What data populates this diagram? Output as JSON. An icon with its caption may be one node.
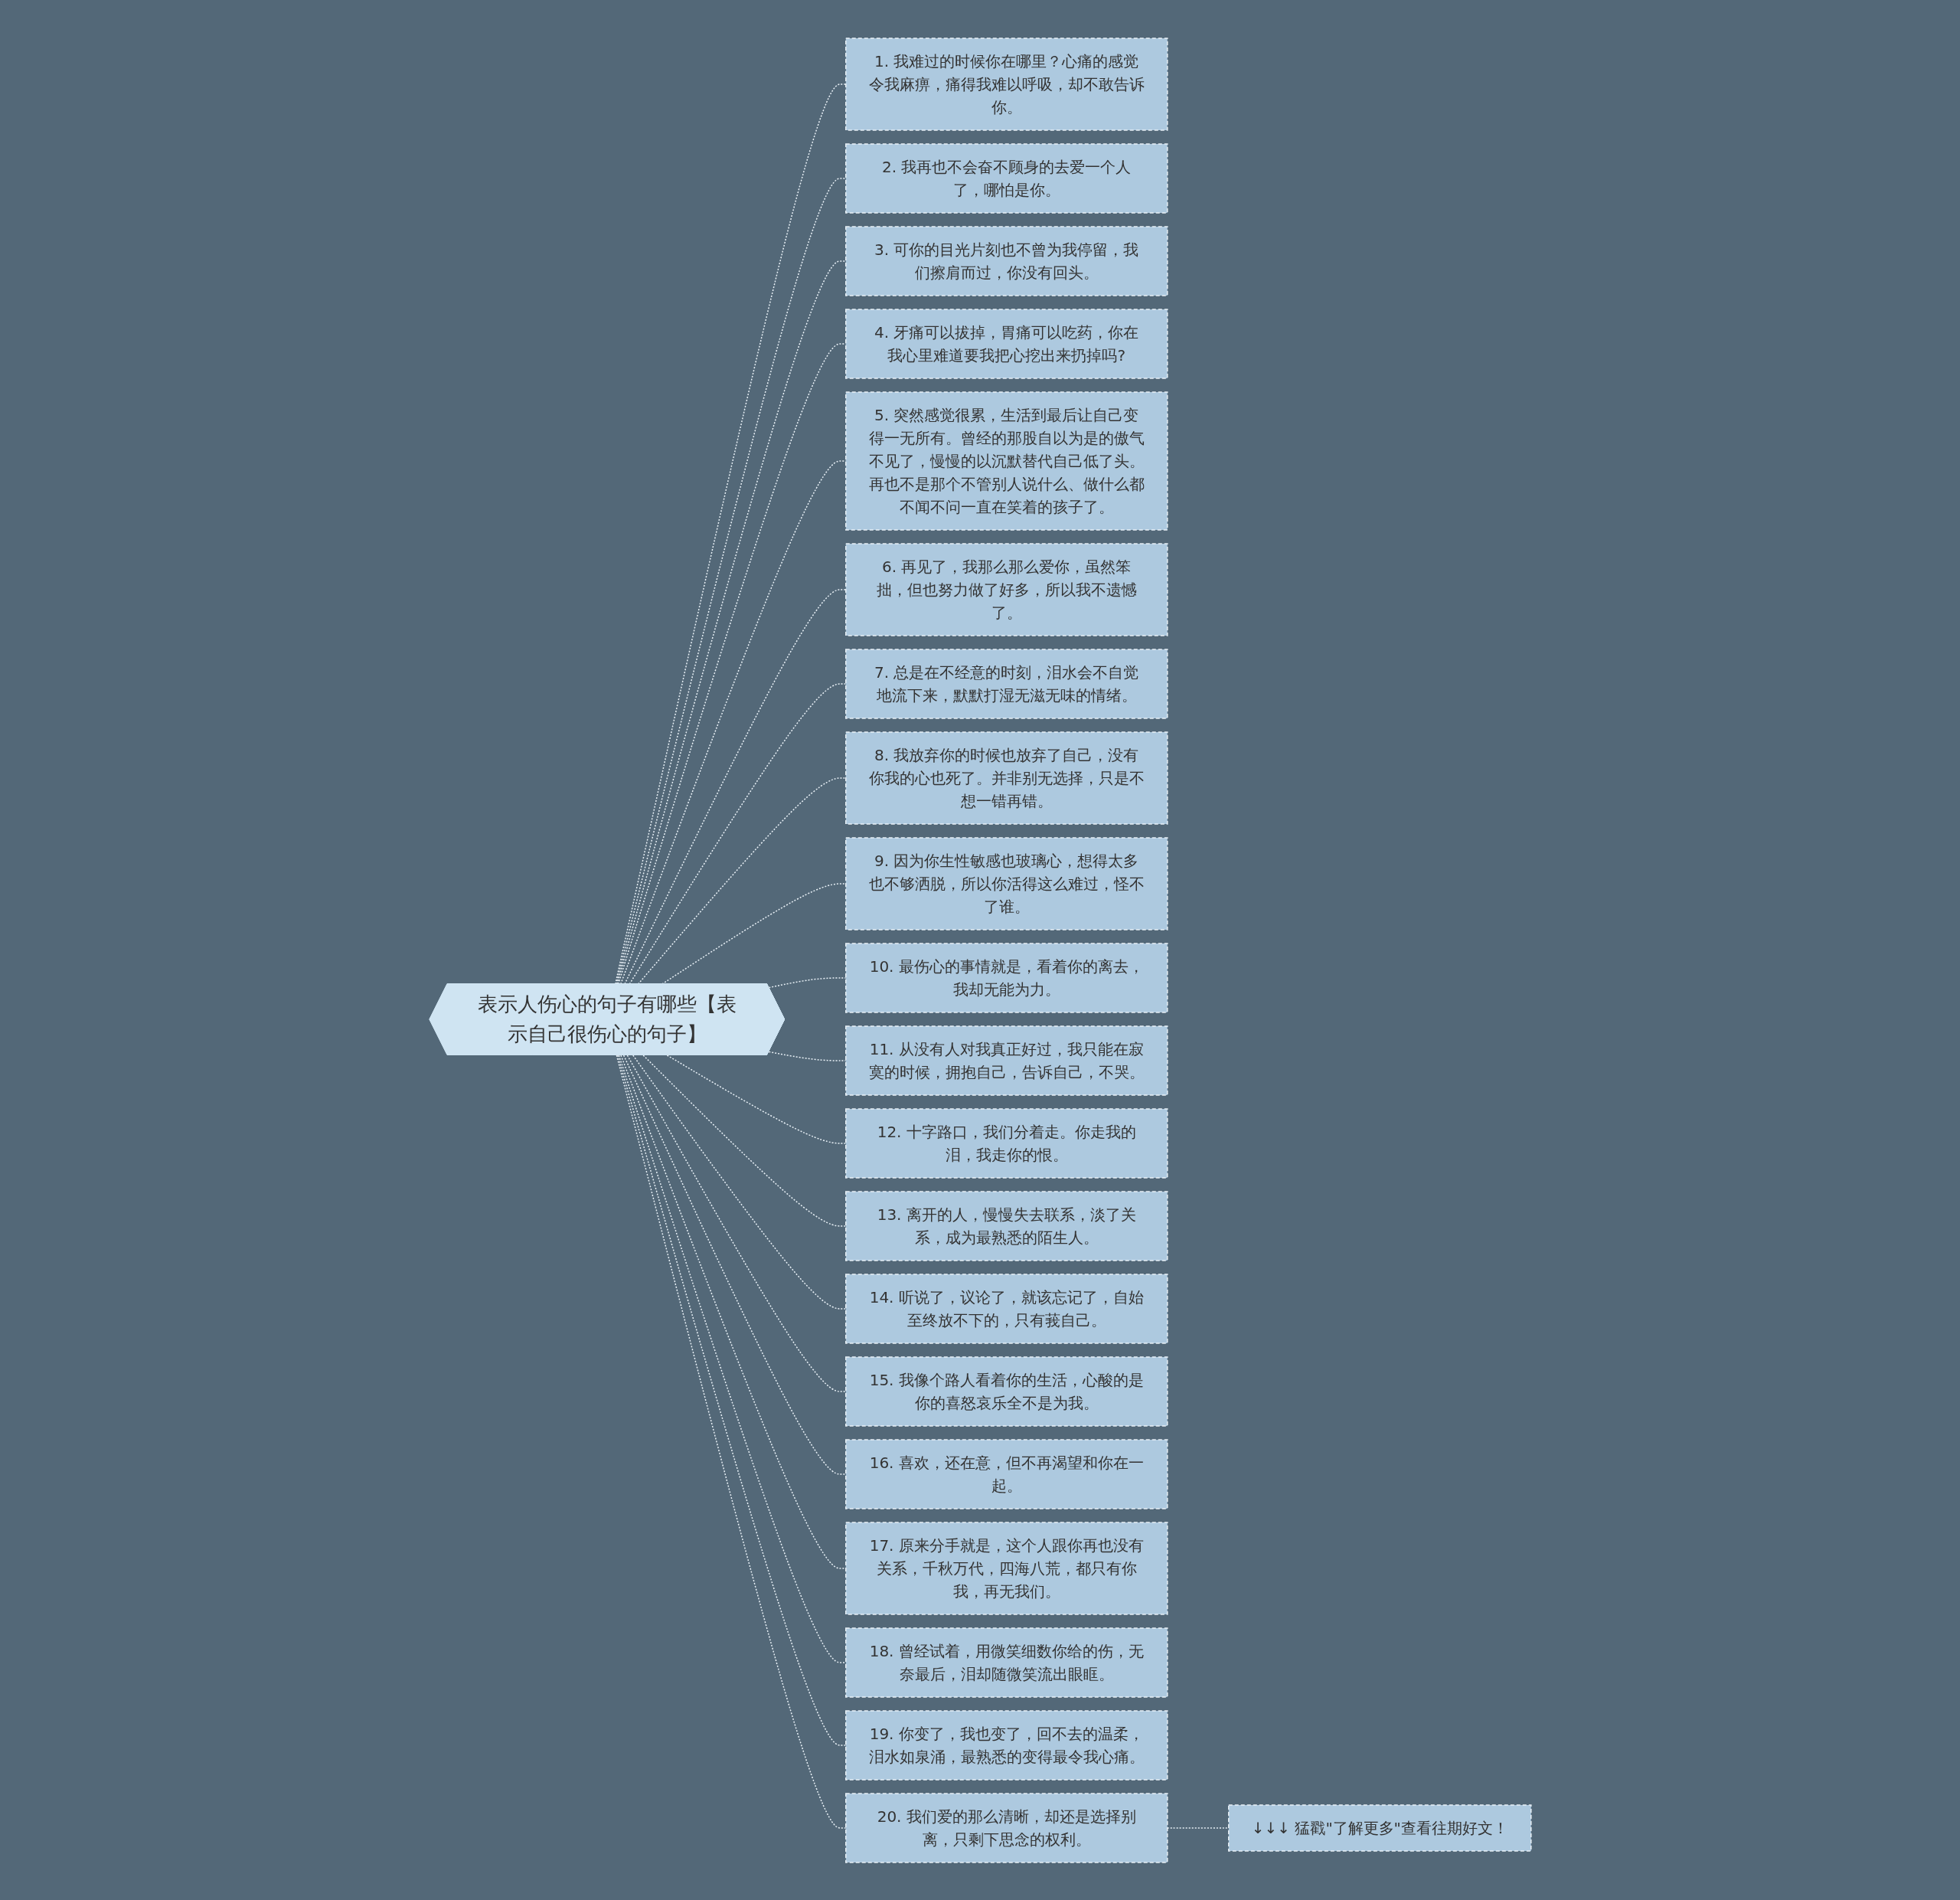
{
  "diagram": {
    "nodes": [
      {
        "text": [
          "表示人伤心的句子有哪些【表示自己很伤心的句子】"
        ]
      },
      {
        "text": [
          "1. 我难过的时候你在哪里？心痛的感觉令我麻痹，痛得我难以呼吸，却不敢告诉你。"
        ]
      },
      {
        "text": [
          "2. 我再也不会奋不顾身的去爱一个人了，哪怕是你。"
        ]
      },
      {
        "text": [
          "3. 可你的目光片刻也不曾为我停留，我们擦肩而过，你没有回头。"
        ]
      },
      {
        "text": [
          "4. 牙痛可以拔掉，胃痛可以吃药，你在我心里难道要我把心挖出来扔掉吗?"
        ]
      },
      {
        "text": [
          "5. 突然感觉很累，生活到最后让自己变得一无所有。曾经的那股自以为是的傲气不见了，慢慢的以沉默替代自己低了头。再也不是那个不管别人说什么、做什么都不闻不问一直在笑着的孩子了。"
        ]
      },
      {
        "text": [
          "6. 再见了，我那么那么爱你，虽然笨拙，但也努力做了好多，所以我不遗憾了。"
        ]
      },
      {
        "text": [
          "7. 总是在不经意的时刻，泪水会不自觉地流下来，默默打湿无滋无味的情绪。"
        ]
      },
      {
        "text": [
          "8. 我放弃你的时候也放弃了自己，没有你我的心也死了。并非别无选择，只是不想一错再错。"
        ]
      },
      {
        "text": [
          "9. 因为你生性敏感也玻璃心，想得太多也不够洒脱，所以你活得这么难过，怪不了谁。"
        ]
      },
      {
        "text": [
          "10. 最伤心的事情就是，看着你的离去，我却无能为力。"
        ]
      },
      {
        "text": [
          "11. 从没有人对我真正好过，我只能在寂寞的时候，拥抱自己，告诉自己，不哭。"
        ]
      },
      {
        "text": [
          "12. 十字路口，我们分着走。你走我的泪，我走你的恨。"
        ]
      },
      {
        "text": [
          "13. 离开的人，慢慢失去联系，淡了关系，成为最熟悉的陌生人。"
        ]
      },
      {
        "text": [
          "14. 听说了，议论了，就该忘记了，自始至终放不下的，只有莪自己。"
        ]
      },
      {
        "text": [
          "15. 我像个路人看着你的生活，心酸的是你的喜怒哀乐全不是为我。"
        ]
      },
      {
        "text": [
          "16. 喜欢，还在意，但不再渴望和你在一起。"
        ]
      },
      {
        "text": [
          "17. 原来分手就是，这个人跟你再也没有关系，千秋万代，四海八荒，都只有你我，再无我们。"
        ]
      },
      {
        "text": [
          "18. 曾经试着，用微笑细数你给的伤，无奈最后，泪却随微笑流出眼眶。"
        ]
      },
      {
        "text": [
          "19. 你变了，我也变了，回不去的温柔，泪水如泉涌，最熟悉的变得最令我心痛。"
        ]
      },
      {
        "text": [
          "20. 我们爱的那么清晰，却还是选择别离，只剩下思念的权利。"
        ]
      },
      {
        "text": [
          "↓↓↓ 猛戳\"了解更多\"查看往期好文！"
        ]
      }
    ],
    "edges": [
      {
        "from": 0,
        "to": 1,
        "arrow": "none",
        "style": "dashed"
      },
      {
        "from": 0,
        "to": 2,
        "arrow": "none",
        "style": "dashed"
      },
      {
        "from": 0,
        "to": 3,
        "arrow": "none",
        "style": "dashed"
      },
      {
        "from": 0,
        "to": 4,
        "arrow": "none",
        "style": "dashed"
      },
      {
        "from": 0,
        "to": 5,
        "arrow": "none",
        "style": "dashed"
      },
      {
        "from": 0,
        "to": 6,
        "arrow": "none",
        "style": "dashed"
      },
      {
        "from": 0,
        "to": 7,
        "arrow": "none",
        "style": "dashed"
      },
      {
        "from": 0,
        "to": 8,
        "arrow": "none",
        "style": "dashed"
      },
      {
        "from": 0,
        "to": 9,
        "arrow": "none",
        "style": "dashed"
      },
      {
        "from": 0,
        "to": 10,
        "arrow": "none",
        "style": "dashed"
      },
      {
        "from": 0,
        "to": 11,
        "arrow": "none",
        "style": "dashed"
      },
      {
        "from": 0,
        "to": 12,
        "arrow": "none",
        "style": "dashed"
      },
      {
        "from": 0,
        "to": 13,
        "arrow": "none",
        "style": "dashed"
      },
      {
        "from": 0,
        "to": 14,
        "arrow": "none",
        "style": "dashed"
      },
      {
        "from": 0,
        "to": 15,
        "arrow": "none",
        "style": "dashed"
      },
      {
        "from": 0,
        "to": 16,
        "arrow": "none",
        "style": "dashed"
      },
      {
        "from": 0,
        "to": 17,
        "arrow": "none",
        "style": "dashed"
      },
      {
        "from": 0,
        "to": 18,
        "arrow": "none",
        "style": "dashed"
      },
      {
        "from": 0,
        "to": 19,
        "arrow": "none",
        "style": "dashed"
      },
      {
        "from": 0,
        "to": 20,
        "arrow": "none",
        "style": "dashed"
      },
      {
        "from": 20,
        "to": 21,
        "arrow": "none",
        "style": "dashed"
      }
    ]
  }
}
